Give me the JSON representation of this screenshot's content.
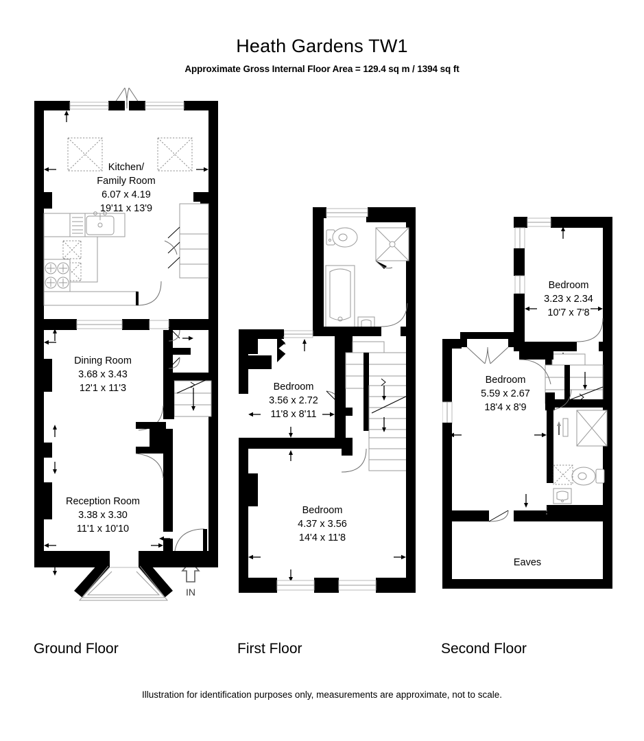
{
  "header": {
    "title": "Heath Gardens TW1",
    "subtitle": "Approximate Gross Internal Floor Area  = 129.4 sq m / 1394 sq ft"
  },
  "footer": {
    "disclaimer": "Illustration for identification purposes only, measurements are approximate, not to scale."
  },
  "floors": [
    {
      "id": "ground",
      "label": "Ground Floor",
      "rooms": [
        {
          "name": "Kitchen/",
          "name2": "Family Room",
          "metric": "6.07 x 4.19",
          "imperial": "19'11 x 13'9"
        },
        {
          "name": "Dining Room",
          "metric": "3.68 x 3.43",
          "imperial": "12'1 x 11'3"
        },
        {
          "name": "Reception Room",
          "metric": "3.38 x 3.30",
          "imperial": "11'1 x 10'10"
        }
      ],
      "entrance_label": "IN"
    },
    {
      "id": "first",
      "label": "First Floor",
      "rooms": [
        {
          "name": "Bedroom",
          "metric": "3.56 x 2.72",
          "imperial": "11'8 x 8'11"
        },
        {
          "name": "Bedroom",
          "metric": "4.37 x 3.56",
          "imperial": "14'4 x 11'8"
        }
      ]
    },
    {
      "id": "second",
      "label": "Second Floor",
      "rooms": [
        {
          "name": "Bedroom",
          "metric": "3.23 x 2.34",
          "imperial": "10'7 x 7'8"
        },
        {
          "name": "Bedroom",
          "metric": "5.59 x 2.67",
          "imperial": "18'4 x 8'9"
        }
      ],
      "eaves_label": "Eaves"
    }
  ],
  "colors": {
    "wall": "#000000",
    "background": "#ffffff",
    "fixture_outline": "#9a9a9a",
    "text": "#000000"
  }
}
